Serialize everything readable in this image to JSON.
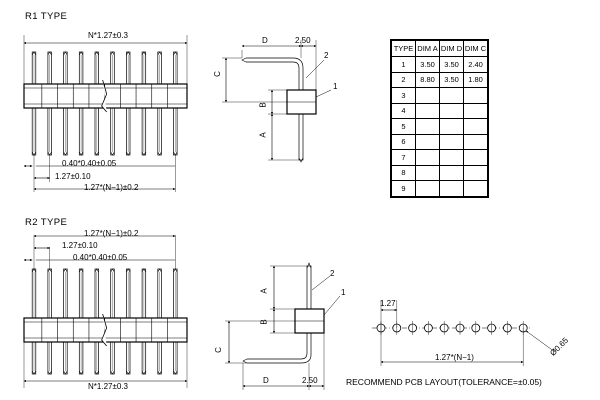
{
  "r1": {
    "title": "R1  TYPE",
    "dim_total": "N*1.27±0.3",
    "dim_pin": "0.40*0.40±0.05",
    "dim_pitch": "1.27±0.10",
    "dim_span": "1.27*(N−1)±0.2"
  },
  "r2": {
    "title": "R2  TYPE",
    "dim_span": "1.27*(N−1)±0.2",
    "dim_pitch": "1.27±0.10",
    "dim_pin": "0.40*0.40±0.05",
    "dim_total": "N*1.27±0.3"
  },
  "side_top": {
    "label_d": "D",
    "label_c": "C",
    "label_b": "B",
    "label_a": "A",
    "dim_250": "2.50",
    "callout_1": "1",
    "callout_2": "2"
  },
  "side_bottom": {
    "label_a": "A",
    "label_b": "B",
    "label_c": "C",
    "label_d": "D",
    "dim_250": "2.50",
    "callout_1": "1",
    "callout_2": "2"
  },
  "table": {
    "headers": [
      "TYPE",
      "DIM  A",
      "DIM  D",
      "DIM  C"
    ],
    "rows": [
      [
        "1",
        "3.50",
        "3.50",
        "2.40"
      ],
      [
        "2",
        "8.80",
        "3.50",
        "1.80"
      ],
      [
        "3",
        "",
        "",
        ""
      ],
      [
        "4",
        "",
        "",
        ""
      ],
      [
        "5",
        "",
        "",
        ""
      ],
      [
        "6",
        "",
        "",
        ""
      ],
      [
        "7",
        "",
        "",
        ""
      ],
      [
        "8",
        "",
        "",
        ""
      ],
      [
        "9",
        "",
        "",
        ""
      ]
    ]
  },
  "pcb": {
    "caption": "RECOMMEND  PCB  LAYOUT(TOLERANCE=±0.05)",
    "pitch": "1.27",
    "span": "1.27*(N−1)",
    "hole": "Ø0.65"
  }
}
